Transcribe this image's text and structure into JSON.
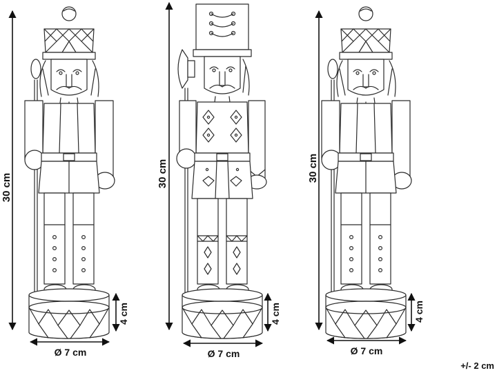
{
  "figures": [
    {
      "name": "nutcracker-crown-left",
      "height_label": "30 cm",
      "base_height_label": "4 cm",
      "diameter_label": "Ø 7 cm"
    },
    {
      "name": "nutcracker-soldier-center",
      "height_label": "30 cm",
      "base_height_label": "4 cm",
      "diameter_label": "Ø 7 cm"
    },
    {
      "name": "nutcracker-crown-right",
      "height_label": "30 cm",
      "base_height_label": "4 cm",
      "diameter_label": "Ø 7 cm"
    }
  ],
  "tolerance": "+/- 2 cm",
  "colors": {
    "line": "#2a2a2a",
    "text": "#111111",
    "background": "#ffffff"
  }
}
